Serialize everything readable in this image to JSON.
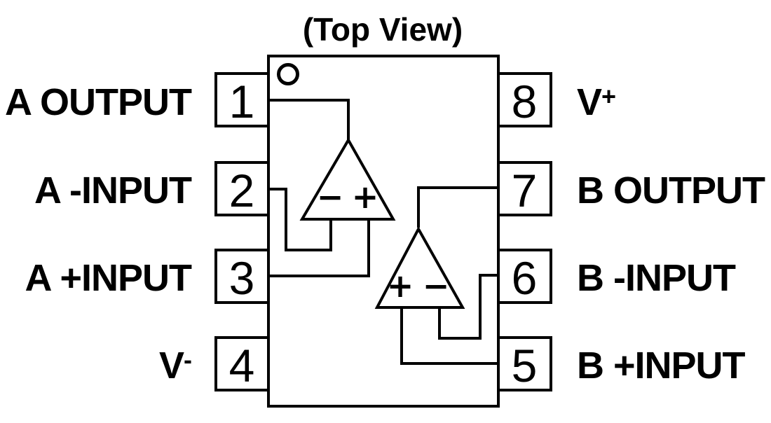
{
  "title": "(Top View)",
  "ic": {
    "package_view": "Top View",
    "left_pins": [
      {
        "number": "1",
        "label": "A OUTPUT"
      },
      {
        "number": "2",
        "label": "A -INPUT"
      },
      {
        "number": "3",
        "label": "A +INPUT"
      },
      {
        "number": "4",
        "label": "V",
        "label_sup": "-"
      }
    ],
    "right_pins": [
      {
        "number": "8",
        "label": "V",
        "label_sup": "+"
      },
      {
        "number": "7",
        "label": "B OUTPUT"
      },
      {
        "number": "6",
        "label": "B -INPUT"
      },
      {
        "number": "5",
        "label": "B +INPUT"
      }
    ]
  },
  "opamps": {
    "a": {
      "inverting_sign": "−",
      "noninverting_sign": "+"
    },
    "b": {
      "inverting_sign": "−",
      "noninverting_sign": "+"
    }
  },
  "colors": {
    "line": "#000000",
    "background": "#ffffff"
  }
}
